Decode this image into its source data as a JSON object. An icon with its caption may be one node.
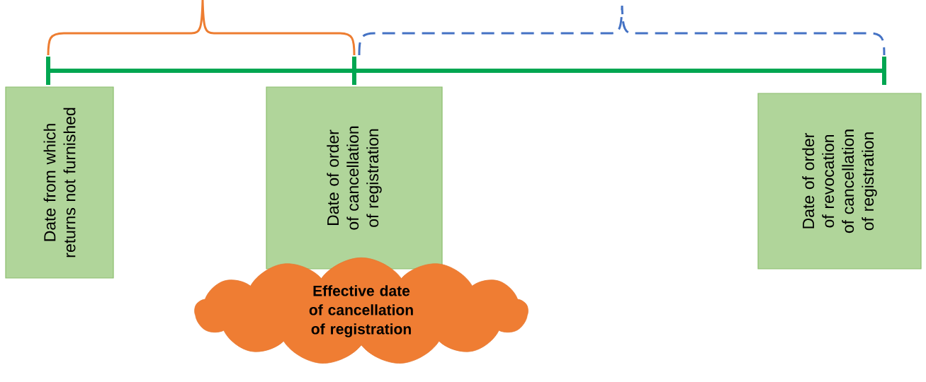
{
  "diagram": {
    "nodes": [
      {
        "text": [
          "Date from which returns not furnished"
        ]
      },
      {
        "text": [
          "Date of order of cancellation of registration"
        ]
      },
      {
        "text": [
          "Date of order of revocation of cancellation of registration"
        ]
      },
      {
        "text": [
          "Effective date of cancellation of registration"
        ]
      }
    ]
  }
}
